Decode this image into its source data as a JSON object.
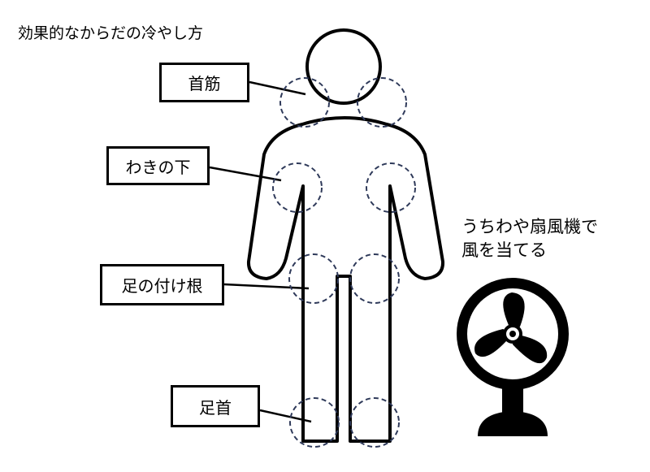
{
  "title": "効果的なからだの冷やし方",
  "labels": {
    "neck": "首筋",
    "armpit": "わきの下",
    "groin": "足の付け根",
    "ankle": "足首"
  },
  "fan_caption": {
    "line1": "うちわや扇風機で",
    "line2": "風を当てる"
  },
  "icons": {
    "fan": "electric-fan-icon",
    "body": "human-body-outline"
  },
  "colors": {
    "outline": "#000000",
    "cooling_spot": "#2f3a5a",
    "background": "#ffffff"
  }
}
